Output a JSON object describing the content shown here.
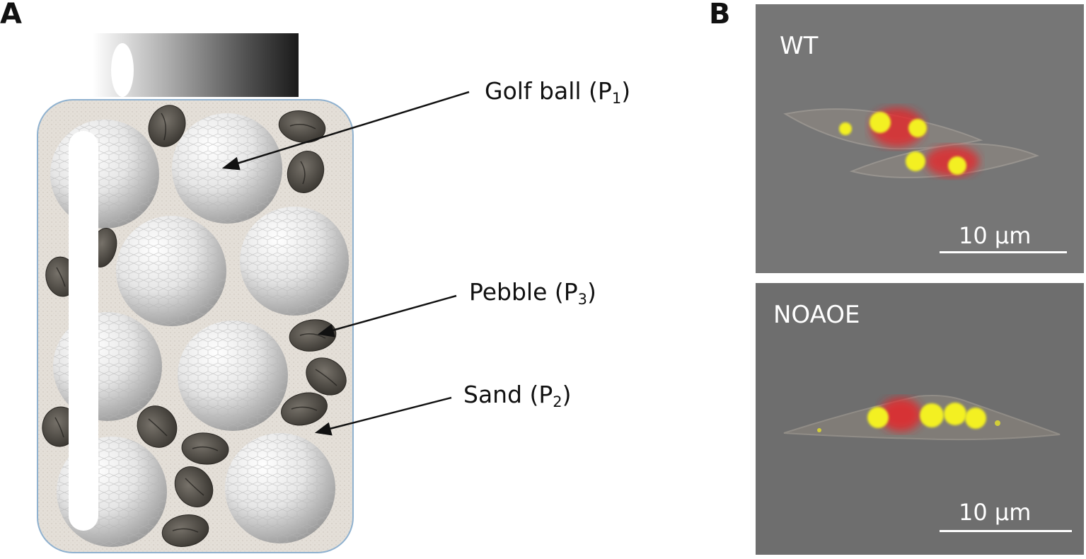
{
  "panel_a": {
    "letter": "A",
    "labels": {
      "golf_ball": {
        "text": "Golf ball (P",
        "sub": "1",
        "close": ")"
      },
      "pebble": {
        "text": "Pebble (P",
        "sub": "3",
        "close": ")"
      },
      "sand": {
        "text": "Sand (P",
        "sub": "2",
        "close": ")"
      }
    }
  },
  "panel_b": {
    "letter": "B",
    "images": [
      {
        "label": "WT",
        "scale": "10 µm"
      },
      {
        "label": "NOAOE",
        "scale": "10 µm"
      }
    ]
  },
  "colors": {
    "jar_border": "#8fb1cf",
    "sand": "#e4dfd8",
    "golf_ball": "#d9d9d9",
    "pebble": "#4a4640",
    "lipid_yellow": "#f3f020",
    "chlorophyll_red": "#e5262b"
  }
}
